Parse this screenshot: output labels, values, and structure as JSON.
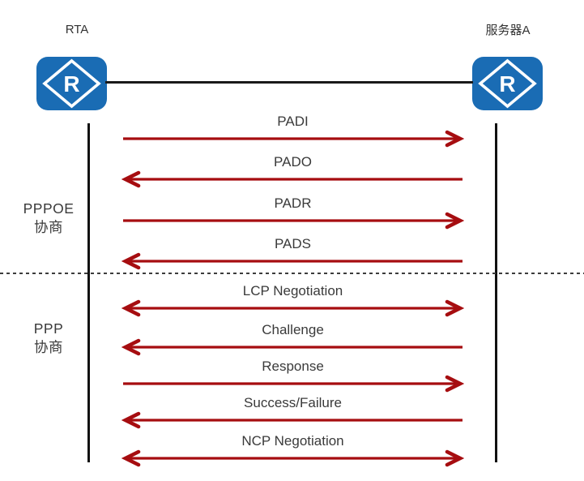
{
  "diagram": {
    "title_implicit": "PPPoE / PPP negotiation sequence",
    "nodes": [
      {
        "id": "left",
        "label": "RTA",
        "icon": "router-icon",
        "glyph": "R"
      },
      {
        "id": "right",
        "label": "服务器A",
        "icon": "router-icon",
        "glyph": "R"
      }
    ],
    "sections": [
      {
        "id": "pppoe",
        "line1": "PPPOE",
        "line2": "协商"
      },
      {
        "id": "ppp",
        "line1": "PPP",
        "line2": "协商"
      }
    ],
    "messages": [
      {
        "label": "PADI",
        "direction": "right",
        "section": "PPPOE"
      },
      {
        "label": "PADO",
        "direction": "left",
        "section": "PPPOE"
      },
      {
        "label": "PADR",
        "direction": "right",
        "section": "PPPOE"
      },
      {
        "label": "PADS",
        "direction": "left",
        "section": "PPPOE"
      },
      {
        "label": "LCP Negotiation",
        "direction": "both",
        "section": "PPP"
      },
      {
        "label": "Challenge",
        "direction": "left",
        "section": "PPP"
      },
      {
        "label": "Response",
        "direction": "right",
        "section": "PPP"
      },
      {
        "label": "Success/Failure",
        "direction": "left",
        "section": "PPP"
      },
      {
        "label": "NCP Negotiation",
        "direction": "both",
        "section": "PPP"
      }
    ],
    "colors": {
      "node_fill": "#1A6CB4",
      "arrow": "#A60D10",
      "line": "#1a1a1a",
      "text": "#3a3a3a"
    }
  }
}
